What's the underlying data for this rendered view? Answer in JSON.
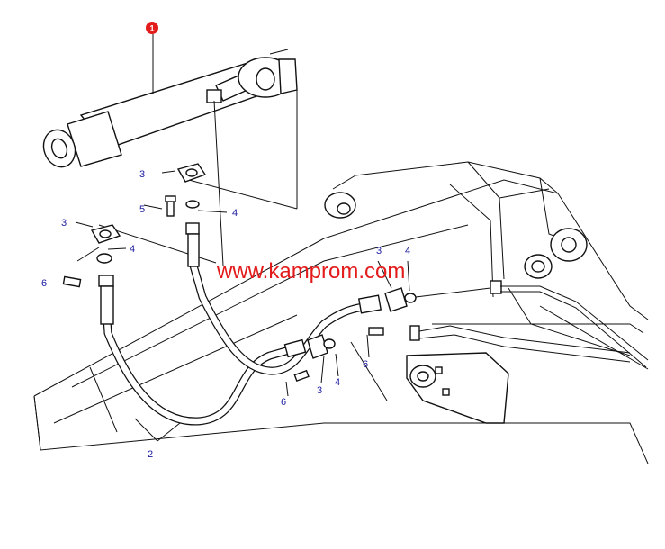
{
  "diagram": {
    "badge": {
      "text": "1",
      "color": "#e31b1b"
    },
    "watermark": {
      "text": "www.kamprom.com",
      "color": "#e31b1b"
    },
    "label_color": "#1a1aa0",
    "callouts": {
      "c3a": "3",
      "c5": "5",
      "c4a": "4",
      "c3b": "3",
      "c4b": "4",
      "c6a": "6",
      "c3c": "3",
      "c4c": "4",
      "c6b": "6",
      "c3d": "3",
      "c4d": "4",
      "c6c": "6",
      "c2": "2"
    }
  }
}
